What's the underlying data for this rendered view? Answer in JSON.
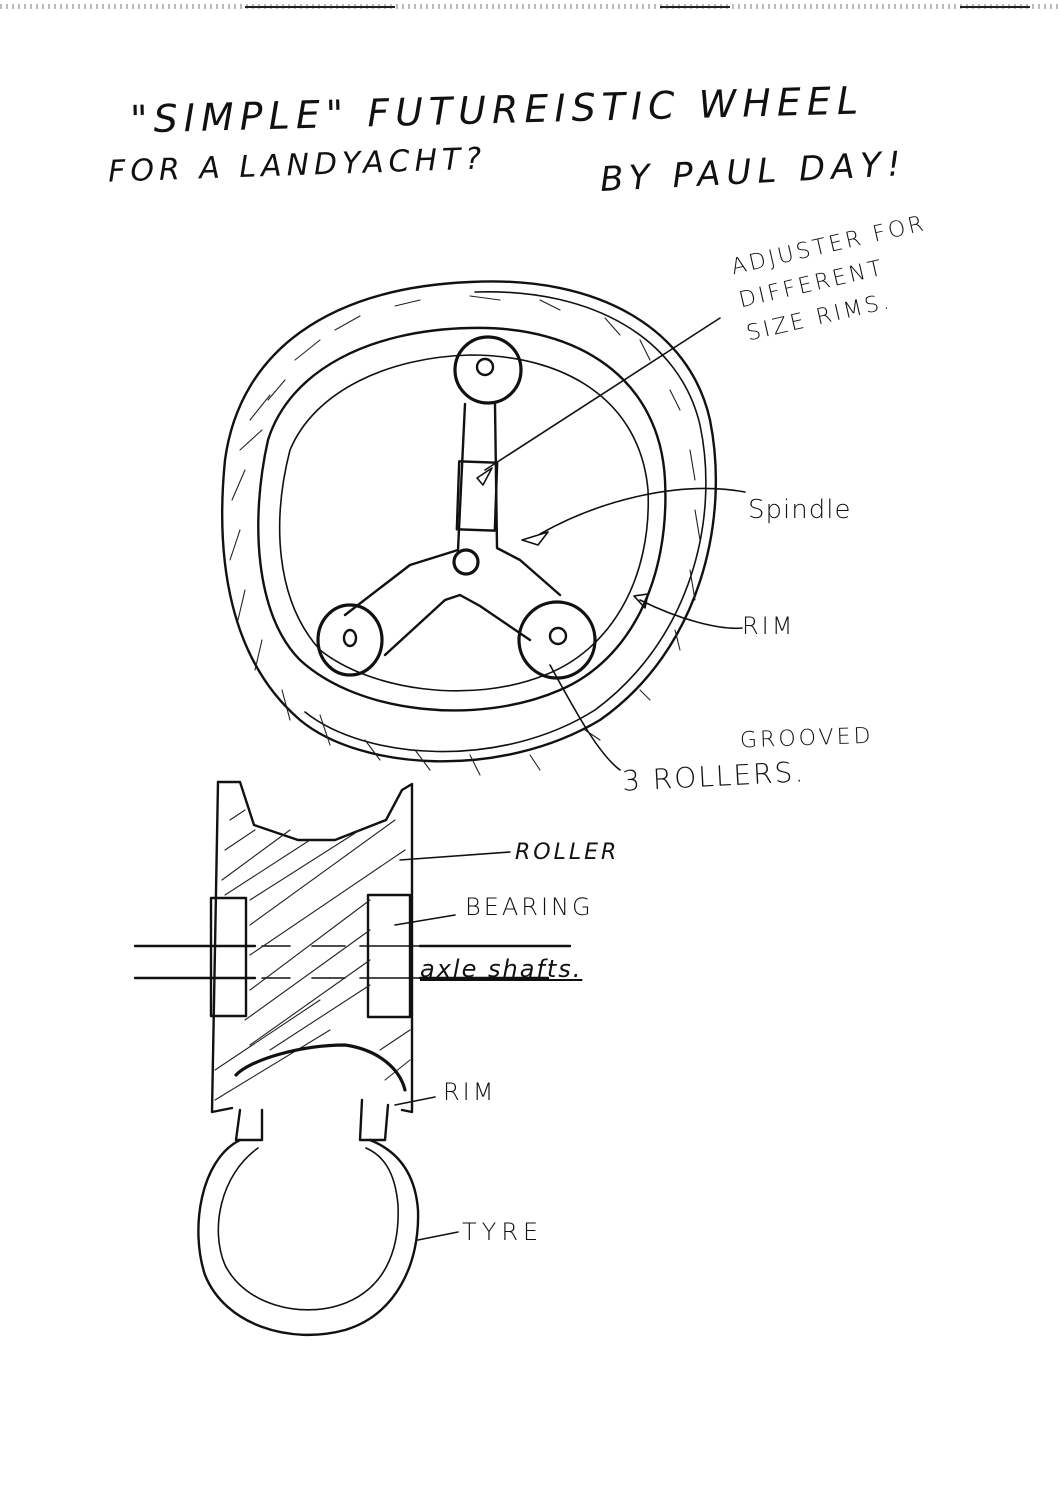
{
  "title": {
    "line1": "\"SIMPLE\" FUTUREISTIC WHEEL",
    "line2": "FOR A LANDYACHT?",
    "byline": "BY PAUL DAY!"
  },
  "wheel_view": {
    "labels": {
      "adjuster": [
        "ADJUSTER FOR",
        "DIFFERENT",
        "SIZE RIMS."
      ],
      "spindle": "Spindle",
      "rim": "RIM",
      "grooved": "GROOVED",
      "rollers": "3 ROLLERS."
    }
  },
  "section_view": {
    "labels": {
      "roller": "ROLLER",
      "bearing": "BEARING",
      "axle_shafts": "axle shafts.",
      "rim": "RIM",
      "tyre": "TYRE"
    }
  },
  "colors": {
    "ink": "#111111",
    "paper": "#ffffff"
  }
}
